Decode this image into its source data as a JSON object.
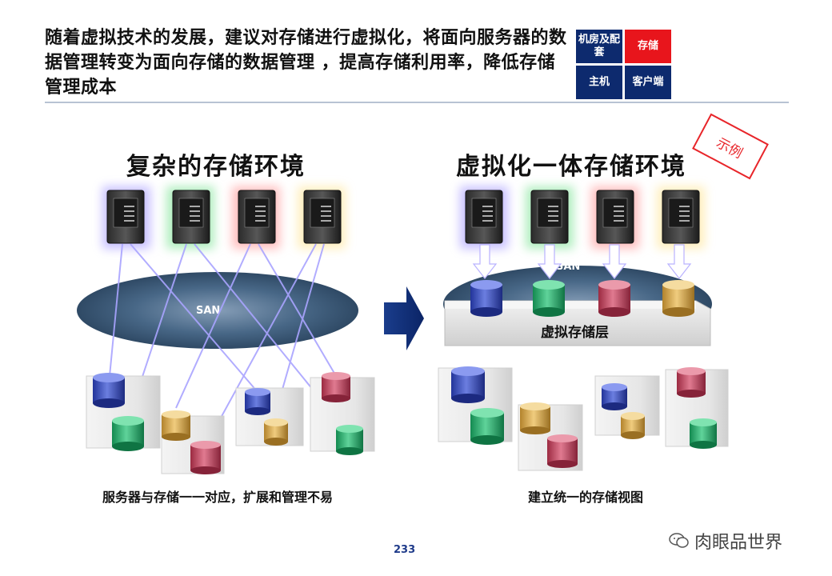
{
  "title": "随着虚拟技术的发展，建议对存储进行虚拟化，将面向服务器的数据管理转变为面向存储的数据管理 ，提高存储利用率，降低存储管理成本",
  "tags": [
    {
      "label": "机房及配套",
      "active": false
    },
    {
      "label": "存储",
      "active": true
    },
    {
      "label": "主机",
      "active": false
    },
    {
      "label": "客户端",
      "active": false
    }
  ],
  "stamp": "示例",
  "left_panel": {
    "heading": "复杂的存储环境",
    "san_label": "SAN",
    "caption": "服务器与存储一一对应，扩展和管理不易"
  },
  "right_panel": {
    "heading": "虚拟化一体存储环境",
    "san_label": "SAN",
    "layer_label": "虚拟存储层",
    "caption": "建立统一的存储视图"
  },
  "page_number": "233",
  "watermark": "肉眼品世界",
  "colors": {
    "navy": "#0d2a6e",
    "red": "#e8151c",
    "blue_disk": "#3a4db0",
    "green_disk": "#2aa56a",
    "red_disk": "#c0405a",
    "gold_disk": "#d2a64a",
    "san": "#3e5f80"
  }
}
